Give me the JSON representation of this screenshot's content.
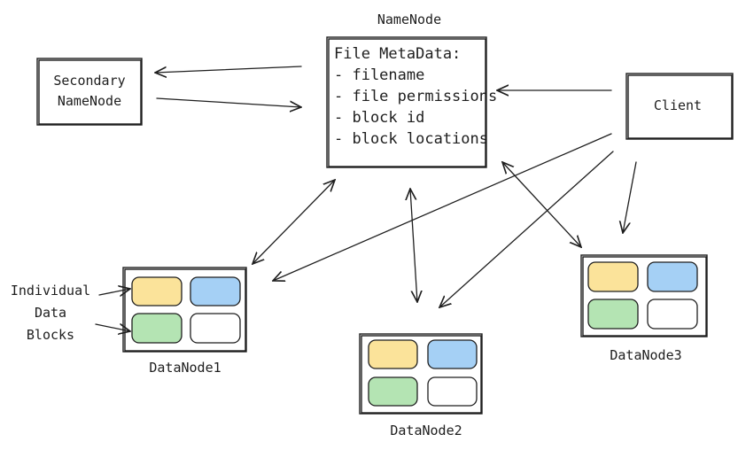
{
  "namenode": {
    "title": "NameNode",
    "lines": [
      "File MetaData:",
      "- filename",
      "- file permissions",
      "- block id",
      "- block locations"
    ]
  },
  "secondary": {
    "line1": "Secondary",
    "line2": "NameNode"
  },
  "client": {
    "label": "Client"
  },
  "datanode1": {
    "label": "DataNode1"
  },
  "datanode2": {
    "label": "DataNode2"
  },
  "datanode3": {
    "label": "DataNode3"
  },
  "annotation": {
    "line1": "Individual",
    "line2": "Data",
    "line3": "Blocks"
  },
  "colors": {
    "block_yellow": "#fbe39a",
    "block_blue": "#a5d0f5",
    "block_green": "#b4e4b3",
    "block_white": "#ffffff",
    "stroke": "#1e1e1e"
  }
}
